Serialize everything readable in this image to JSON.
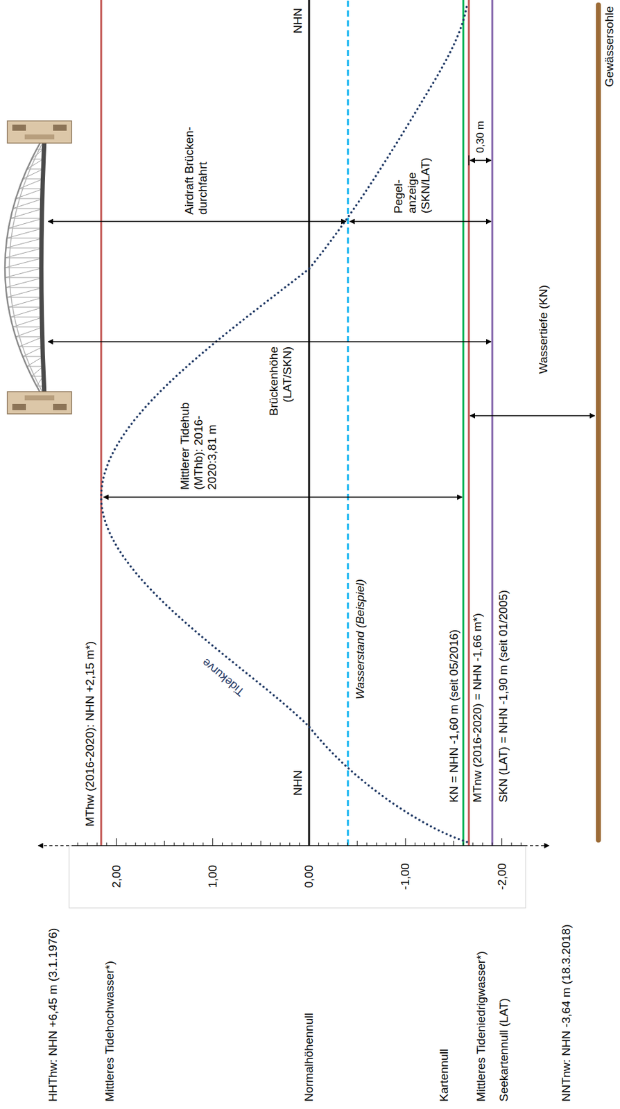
{
  "diagram": {
    "labels": [
      "HHThw: NHN +6,45 m (3.1.1976)",
      "Mittleres Tidehochwasser*)",
      "Normalhöhennull",
      "Kartennull",
      "Mittleres Tideniedrigwasser*)",
      "Seekartennull (LAT)",
      "NNTnw: NHN -3,64 m (18.3.2018)",
      "2,00",
      "1,00",
      "0,00",
      "-1,00",
      "-2,00",
      "MThw (2016-2020): NHN +2,15 m*)",
      "NHN",
      "NHN",
      "Wasserstand (Beispiel)",
      "Tidekurve",
      "KN = NHN -1,60 m (seit 05/2016)",
      "MTnw (2016-2020) = NHN -1,66 m*)",
      "SKN (LAT) = NHN -1,90 m (seit 01/2005)",
      "Mittlerer Tidehub (MThb): 2016-2020:3,81 m",
      "Brückenhöhe (LAT/SKN)",
      "Airdraft Brücken- durchfahrt",
      "Pegel- anzeige (SKN/LAT)",
      "0,30 m",
      "Wassertiefe (KN)",
      "Gewässersohle"
    ]
  }
}
